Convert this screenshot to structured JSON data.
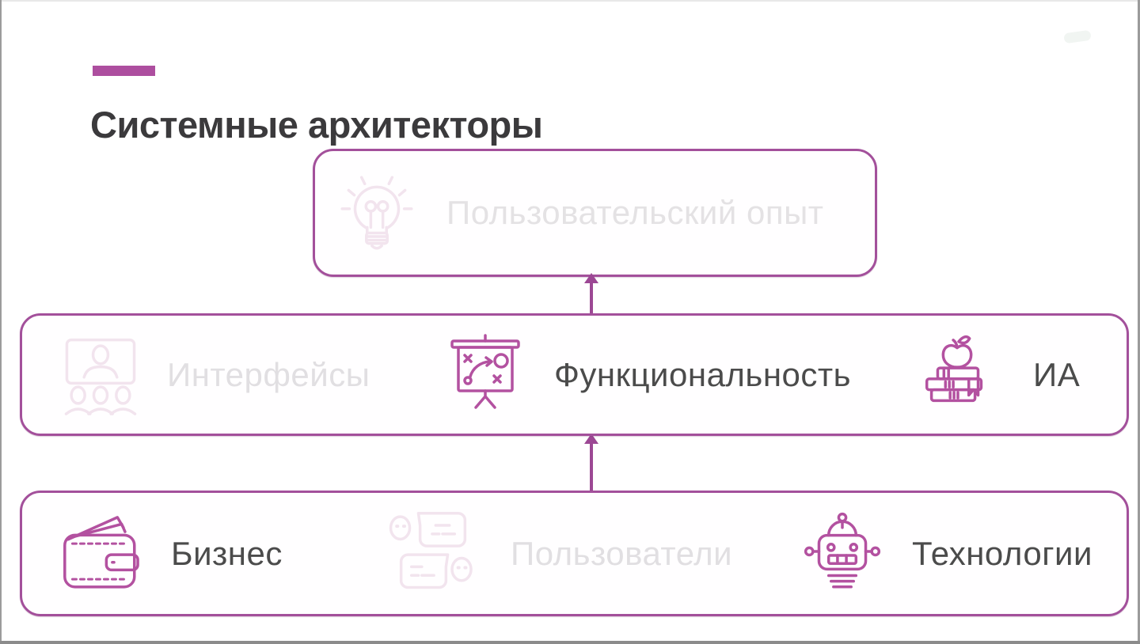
{
  "title": "Системные архитекторы",
  "colors": {
    "accent_bar": "#ad4e9f",
    "box_border": "#a3509b",
    "active_icon": "#b351a0",
    "faded_icon": "#f2e4ee",
    "active_text": "#4b4b4b",
    "faded_text": "#e1dfe2",
    "title_text": "#3b3a3c",
    "arrow": "#9c4894"
  },
  "diagram": {
    "levels": [
      {
        "name": "user-experience-level",
        "items": [
          {
            "label": "Пользовательский опыт",
            "icon": "lightbulb-idea-icon",
            "state": "inactive"
          }
        ]
      },
      {
        "name": "product-level",
        "items": [
          {
            "label": "Интерфейсы",
            "icon": "presentation-audience-icon",
            "state": "inactive"
          },
          {
            "label": "Функциональность",
            "icon": "strategy-board-icon",
            "state": "active"
          },
          {
            "label": "ИА",
            "icon": "books-apple-icon",
            "state": "active"
          }
        ]
      },
      {
        "name": "foundation-level",
        "items": [
          {
            "label": "Бизнес",
            "icon": "wallet-icon",
            "state": "active"
          },
          {
            "label": "Пользователи",
            "icon": "chat-users-icon",
            "state": "inactive"
          },
          {
            "label": "Технологии",
            "icon": "robot-icon",
            "state": "active"
          }
        ]
      }
    ],
    "arrows": [
      {
        "from": "foundation-level",
        "to": "product-level",
        "direction": "up"
      },
      {
        "from": "product-level",
        "to": "user-experience-level",
        "direction": "up"
      }
    ]
  }
}
